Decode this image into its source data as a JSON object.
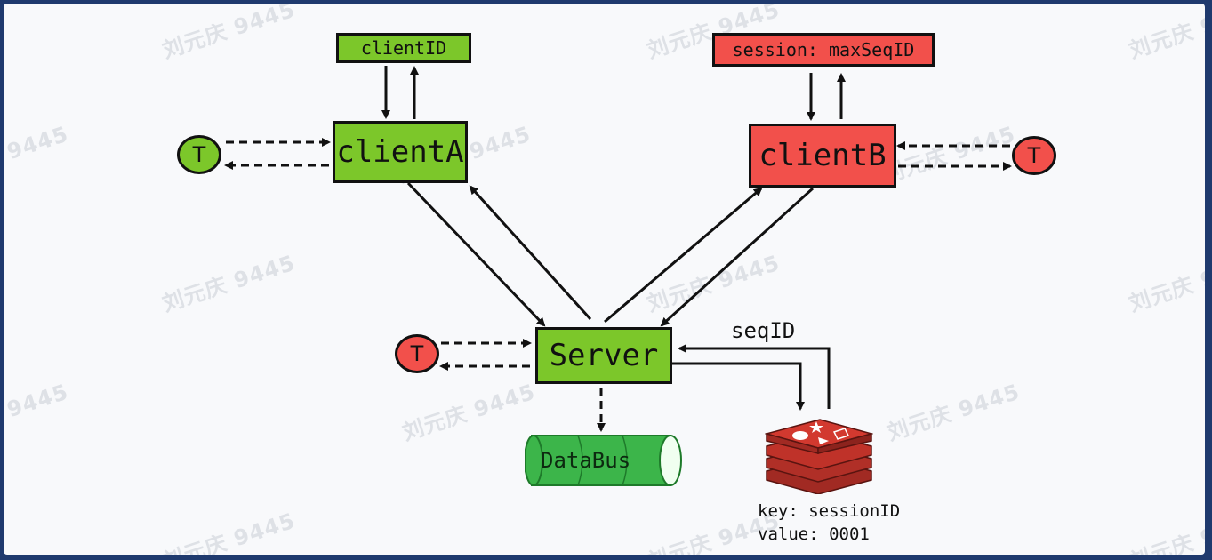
{
  "watermark": "刘元庆 9445",
  "colors": {
    "green": "#7cc72a",
    "red": "#f2504b",
    "databus": "#3cb54a",
    "redis": "#c0332b"
  },
  "nodes": {
    "client_id": "clientID",
    "session_max_seq": "session: maxSeqID",
    "client_a": "clientA",
    "client_b": "clientB",
    "server": "Server",
    "t": "T",
    "databus": "DataBus"
  },
  "labels": {
    "seq_id": "seqID",
    "redis_key": "key: sessionID",
    "redis_value": "value: 0001"
  },
  "icons": {
    "redis": "redis-stack-icon"
  }
}
